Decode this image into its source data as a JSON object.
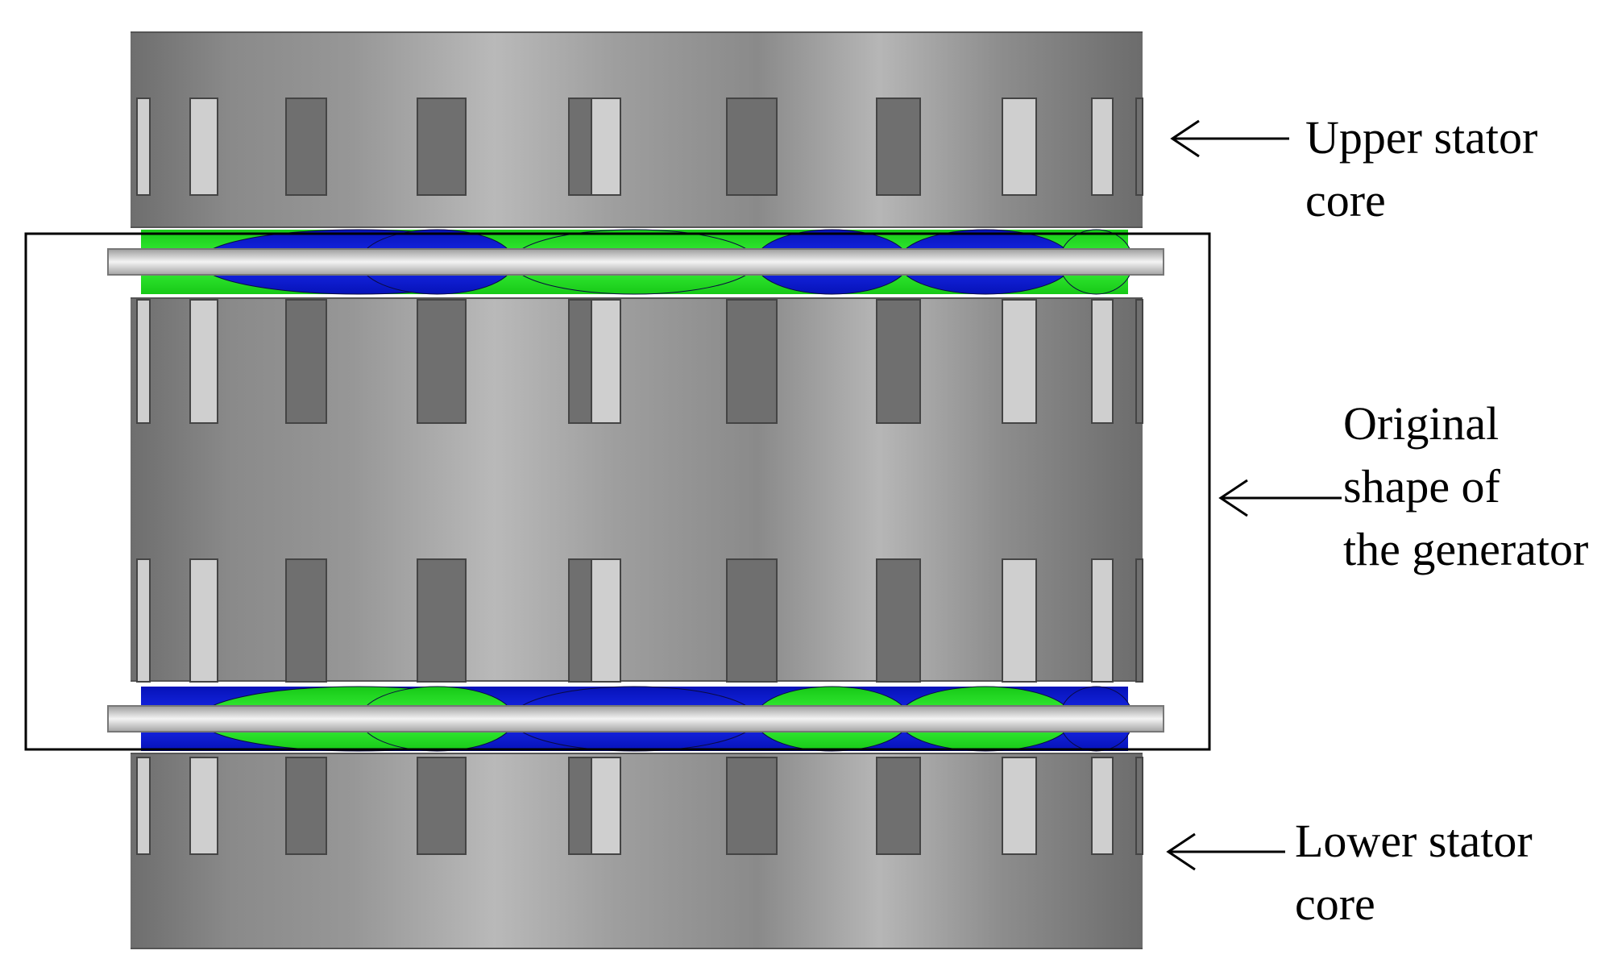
{
  "labels": {
    "upper": [
      "Upper stator",
      "core"
    ],
    "original": [
      "Original",
      "shape of",
      "the generator"
    ],
    "lower": [
      "Lower stator",
      "core"
    ]
  },
  "colors": {
    "magnet_blue": "#0a18d8",
    "magnet_green": "#1fe81f",
    "core_gray": "#8c8c8c",
    "slot_dark": "#6f6f6f",
    "slot_light": "#cfcfcf",
    "outline": "#000000"
  }
}
